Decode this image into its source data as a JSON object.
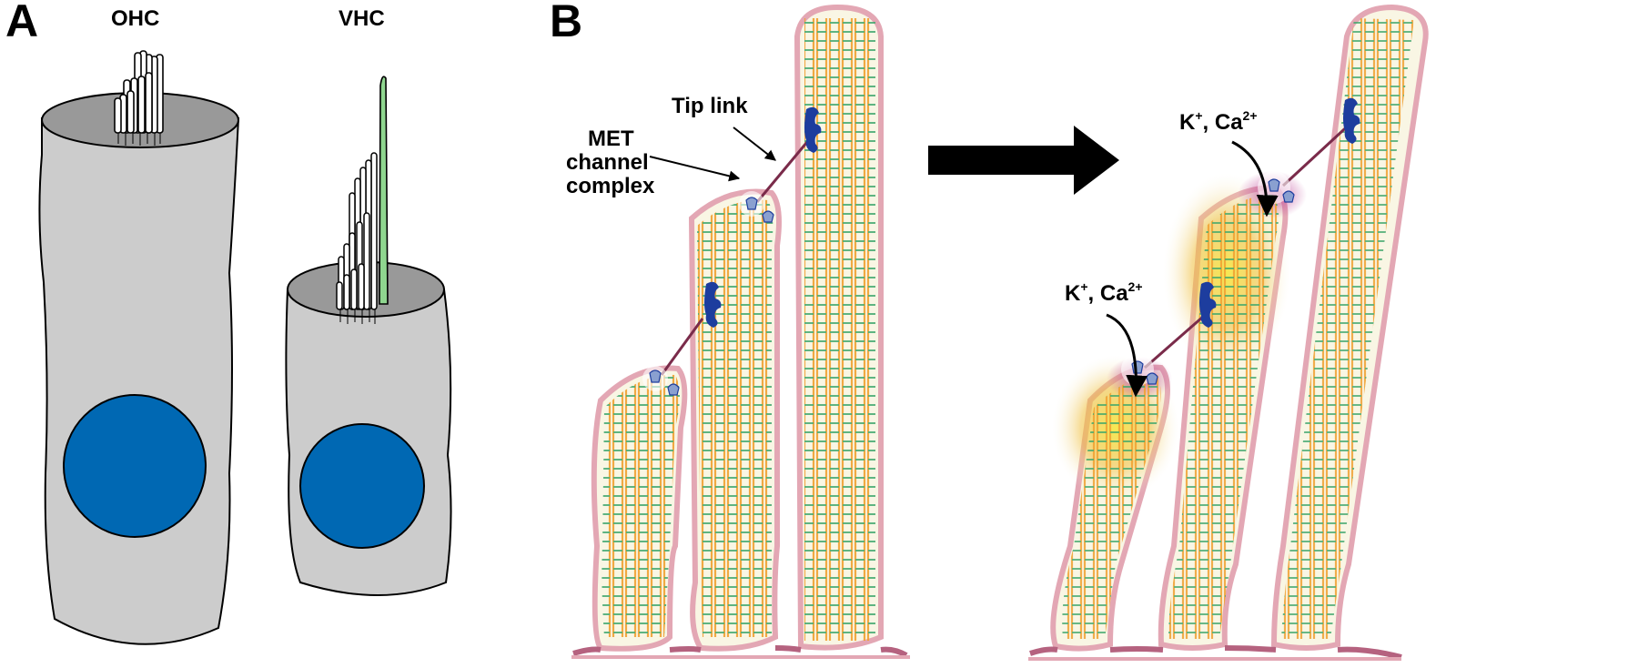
{
  "panels": {
    "a": {
      "letter": "A",
      "cell_left_label": "OHC",
      "cell_right_label": "VHC"
    },
    "b": {
      "letter": "B",
      "label_tip_link": "Tip link",
      "label_met_line1": "MET",
      "label_met_line2": "channel",
      "label_met_line3": "complex",
      "ion_top_base": "K",
      "ion_top_sup1": "+",
      "ion_top_mid": ", Ca",
      "ion_top_sup2": "2+",
      "ion_low_base": "K",
      "ion_low_sup1": "+",
      "ion_low_mid": ", Ca",
      "ion_low_sup2": "2+"
    }
  },
  "colors": {
    "cell_body": "#cccccc",
    "cell_top": "#999999",
    "nucleus": "#0068b3",
    "kinocilium": "#8fd68f",
    "stereocilium_fill": "#f9f6e4",
    "membrane": "#e3a7b4",
    "membrane_dark": "#b5627f",
    "actin_orange": "#f0a030",
    "actin_green": "#3aa56a",
    "tip_link": "#7a2b4a",
    "met_channel": "#8aa0d0",
    "adhesion": "#1d3d9e",
    "calcium_glow": "#f5e04a",
    "calcium_glow_outer": "#c84fa0"
  }
}
